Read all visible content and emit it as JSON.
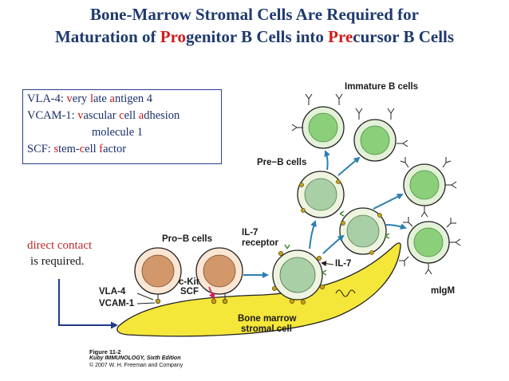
{
  "title": {
    "line1": "Bone-Marrow Stromal Cells Are Required for",
    "line2_a": "Maturation of ",
    "line2_b": "Pro",
    "line2_c": "genitor B Cells into ",
    "line2_d": "Pre",
    "line2_e": "cursor B Cells"
  },
  "legend": {
    "l1": [
      "VLA-4: ",
      "v",
      "ery ",
      "l",
      "ate ",
      "a",
      "ntigen 4"
    ],
    "l2": [
      "VCAM-1: ",
      "v",
      "ascular ",
      "c",
      "ell ",
      "a",
      "dhesion"
    ],
    "l3": "molecule 1",
    "l4": [
      "SCF: ",
      "s",
      "tem-",
      "c",
      "ell ",
      "f",
      "actor"
    ]
  },
  "notes": {
    "direct_contact": "direct contact",
    "is_required": "is required."
  },
  "labels": {
    "immature_b_cells": "Immature B cells",
    "pre_b_cells": "Pre−B cells",
    "pro_b_cells": "Pro−B cells",
    "il7_receptor_1": "IL-7",
    "il7_receptor_2": "receptor",
    "il7": "IL-7",
    "ckit": "c-Kit",
    "scf": "SCF",
    "vla4": "VLA-4",
    "vcam1": "VCAM-1",
    "migm": "mIgM",
    "stromal_1": "Bone marrow",
    "stromal_2": "stromal cell"
  },
  "caption": {
    "fig": "Figure 11-2",
    "book": "Kuby IMMUNOLOGY, Sixth Edition",
    "copy": "© 2007 W. H. Freeman and Company"
  },
  "colors": {
    "title": "#1f3a6e",
    "highlight": "#d01c1c",
    "stromal": "#f5e63a",
    "pro_b": "#d3986a",
    "pre_b": "#a9cfa6",
    "immature": "#8ccf7a",
    "arrow": "#2a7fb0"
  }
}
